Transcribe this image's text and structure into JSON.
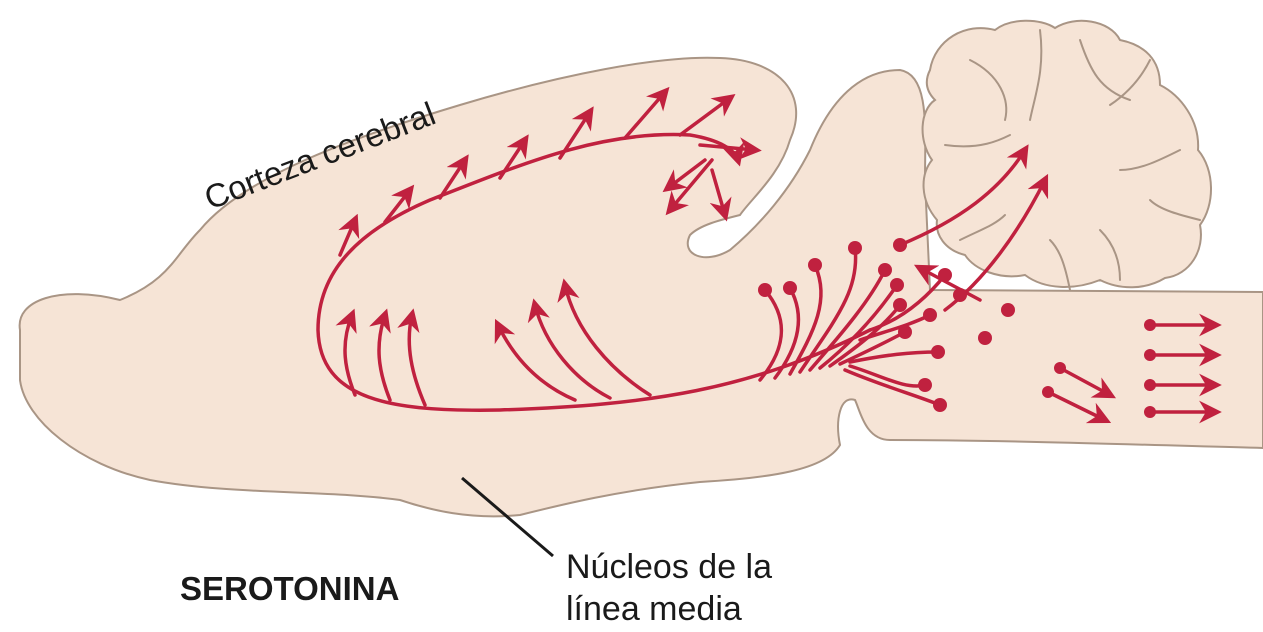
{
  "diagram": {
    "title": "SEROTONINA",
    "labels": {
      "cortex": "Corteza cerebral",
      "nuclei_line1": "Núcleos de la",
      "nuclei_line2": "línea media"
    },
    "colors": {
      "brain_fill": "#f6e4d6",
      "brain_outline": "#a99585",
      "pathway": "#c0213f",
      "text": "#1a1a1a"
    }
  }
}
